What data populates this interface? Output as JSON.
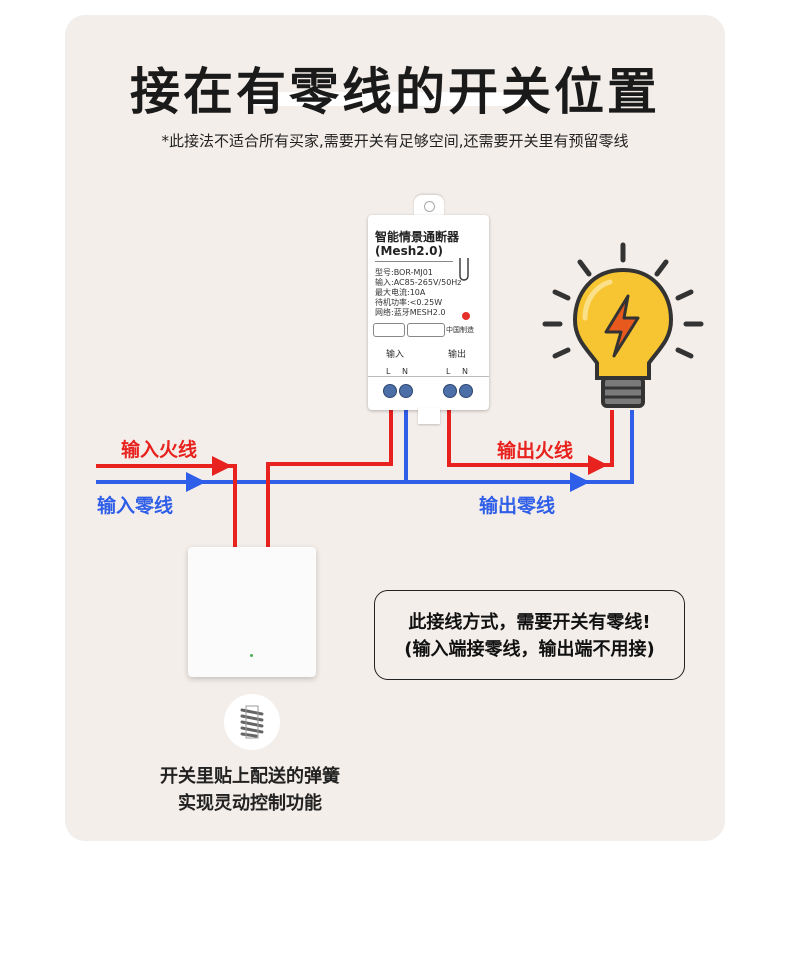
{
  "title": "接在有零线的开关位置",
  "note": "*此接法不适合所有买家,需要开关有足够空间,还需要开关里有预留零线",
  "device": {
    "name": "智能情景通断器",
    "model_line": "(Mesh2.0)",
    "specs": [
      "型号:BOR-MJ01",
      "输入:AC85-265V/50Hz",
      "最大电流:10A",
      "待机功率:<0.25W",
      "网络:蓝牙MESH2.0"
    ],
    "made_in": "中国制造",
    "input_label": "输入",
    "output_label": "输出",
    "pin_l": "L",
    "pin_n": "N"
  },
  "wires": {
    "input_live": "输入火线",
    "input_neutral": "输入零线",
    "output_live": "输出火线",
    "output_neutral": "输出零线"
  },
  "callout": {
    "line1": "此接线方式，需要开关有零线!",
    "line2": "(输入端接零线，输出端不用接)"
  },
  "switch_caption": {
    "line1": "开关里贴上配送的弹簧",
    "line2": "实现灵动控制功能"
  },
  "colors": {
    "live": "#e8221e",
    "neutral": "#2f5ee8",
    "card": "#f4eeea",
    "bulb": "#f7c531"
  }
}
